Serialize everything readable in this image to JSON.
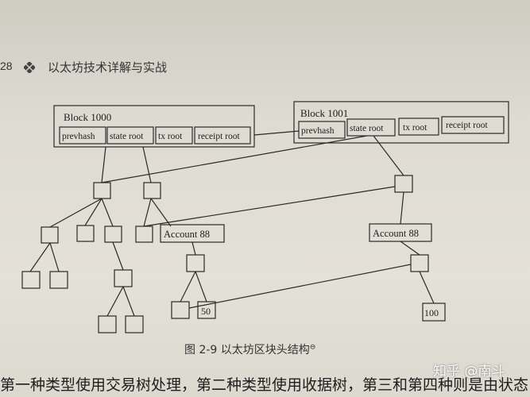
{
  "header": {
    "page_number": "28",
    "title": "以太坊技术详解与实战"
  },
  "diagram": {
    "block_left": {
      "title": "Block 1000",
      "fields": [
        "prevhash",
        "state root",
        "tx root",
        "receipt root"
      ]
    },
    "block_right": {
      "title": "Block 1001",
      "fields": [
        "prevhash",
        "state root",
        "tx root",
        "receipt root"
      ]
    },
    "account_left": "Account 88",
    "account_right": "Account 88",
    "value_left": "50",
    "value_right": "100"
  },
  "caption": {
    "text": "图 2-9   以太坊区块头结构",
    "footnote_mark": "⊖"
  },
  "body_line": "第一种类型使用交易树处理，第二种类型使用收据树，第三和第四种则是由状态",
  "watermark": "知乎 @南斗"
}
